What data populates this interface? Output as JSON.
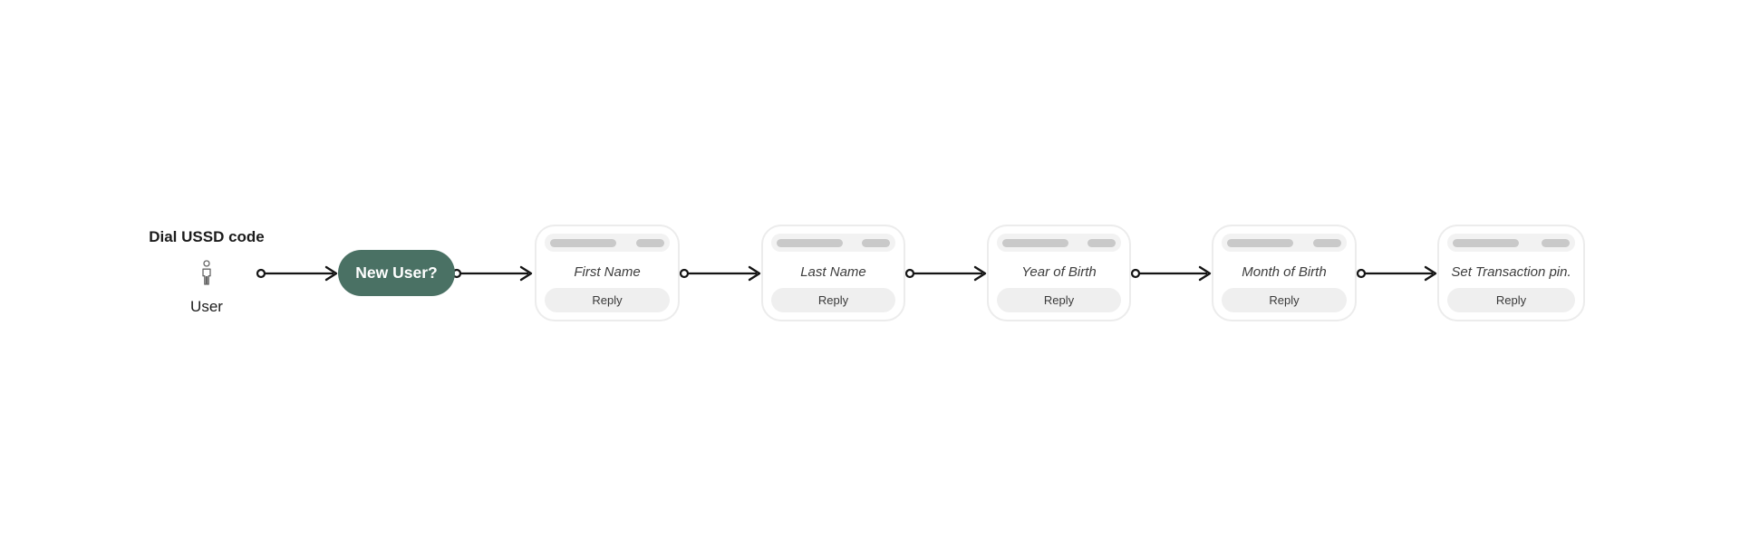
{
  "actor": {
    "action_label": "Dial USSD code",
    "icon": "person-icon",
    "name_label": "User"
  },
  "decision_node": {
    "label": "New User?"
  },
  "step_nodes": [
    {
      "title": "First Name",
      "reply_label": "Reply"
    },
    {
      "title": "Last Name",
      "reply_label": "Reply"
    },
    {
      "title": "Year of Birth",
      "reply_label": "Reply"
    },
    {
      "title": "Month of Birth",
      "reply_label": "Reply"
    },
    {
      "title": "Set Transaction pin.",
      "reply_label": "Reply"
    }
  ],
  "colors": {
    "decision_bg": "#4A7164",
    "decision_text": "#FFFFFF",
    "connector": "#141414",
    "card_bg": "#FFFFFF",
    "card_border": "#ECECEC",
    "header_strip_bg": "#F2F2F2",
    "skeleton_bar": "#C9C9C9",
    "reply_bg": "#EFEFEF",
    "title_text": "#3D3D3D",
    "label_text": "#1C1C1C"
  }
}
